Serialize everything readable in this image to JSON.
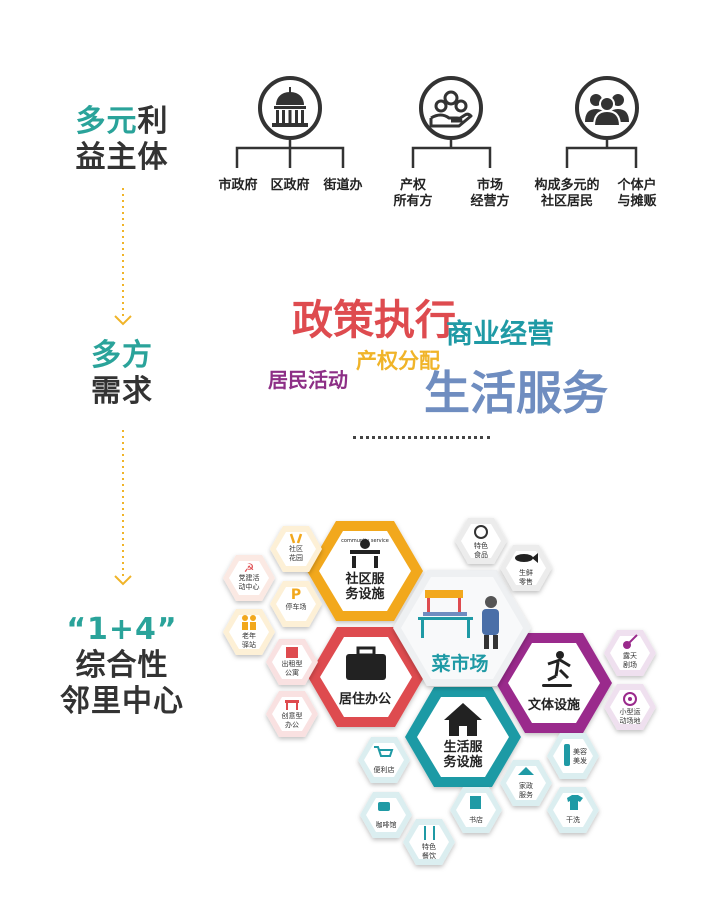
{
  "sections": {
    "stakeholders": {
      "title_part1": "多元",
      "title_part2": "利",
      "title_line2": "益主体"
    },
    "needs": {
      "title_line1": "多方",
      "title_line2": "需求"
    },
    "center": {
      "title_line1": "“1+4”",
      "title_line2": "综合性",
      "title_line3": "邻里中心"
    }
  },
  "stakeholder_groups": [
    {
      "icon": "government-building-icon",
      "labels": [
        "市政府",
        "区政府",
        "街道办"
      ]
    },
    {
      "icon": "hand-with-gears-icon",
      "labels": [
        "产权\n所有方",
        "市场\n经营方"
      ]
    },
    {
      "icon": "people-group-icon",
      "labels": [
        "构成多元的\n社区居民",
        "个体户\n与摊贩"
      ]
    }
  ],
  "needs_words": {
    "policy": "政策执行",
    "business": "商业经营",
    "property": "产权分配",
    "resident": "居民活动",
    "life": "生活服务"
  },
  "hex_center": {
    "label": "菜市场",
    "icon": "market-vendor-icon"
  },
  "hex_modules": {
    "community": {
      "label1": "社区服",
      "label2": "务设施",
      "icon": "community-service-icon",
      "icon_text": "community service"
    },
    "office": {
      "label": "居住办公",
      "icon": "briefcase-icon"
    },
    "culture": {
      "label": "文体设施",
      "icon": "skateboarder-icon"
    },
    "life": {
      "label1": "生活服",
      "label2": "务设施",
      "icon": "house-icon"
    }
  },
  "small_items": {
    "party": "党建活\n动中心",
    "garden": "社区\n花园",
    "parking": "停车场",
    "elderly": "老年\n驿站",
    "rental": "出租型\n公寓",
    "creative": "创意型\n办公",
    "specialty_food": "特色\n食品",
    "fresh": "生鲜\n零售",
    "theater": "露天\n剧场",
    "sports": "小型运\n动场地",
    "convenience": "便利店",
    "coffee": "咖啡馆",
    "restaurant": "特色\n餐饮",
    "bookstore": "书店",
    "housekeeping": "家政\n服务",
    "beauty": "美容\n美发",
    "laundry": "干洗"
  },
  "colors": {
    "teal": "#2aa39a",
    "orange": "#f2a81d",
    "red": "#de4b4f",
    "purple": "#9a2a8c",
    "cyan": "#1f9aa5",
    "blue_grey": "#6f8dc0",
    "gold": "#f0b429"
  }
}
